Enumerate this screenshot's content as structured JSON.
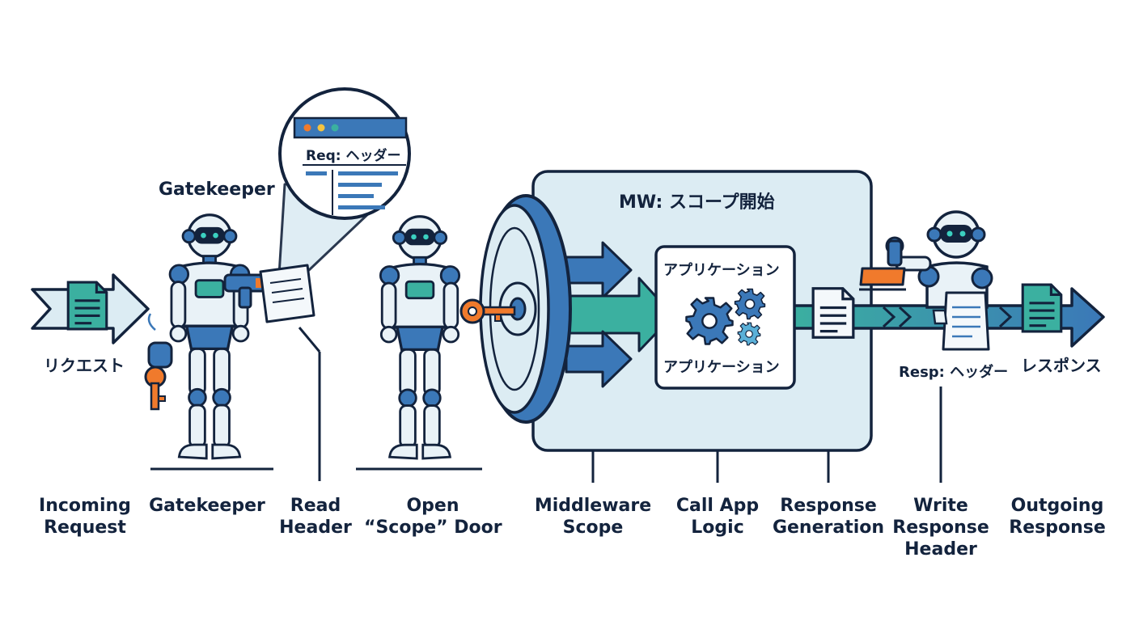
{
  "diagram": {
    "gatekeeper_title": "Gatekeeper",
    "request_header_label": "Req: ヘッダー",
    "scope_box_title": "MW: スコープ開始",
    "app_label_top": "アプリケーション",
    "app_label_bottom": "アプリケーション",
    "response_header_label": "Resp: ヘッダー",
    "request_jp": "リクエスト",
    "response_jp": "レスポンス",
    "steps": [
      {
        "lines": [
          "Incoming",
          "Request"
        ]
      },
      {
        "lines": [
          "Gatekeeper"
        ]
      },
      {
        "lines": [
          "Read",
          "Header"
        ]
      },
      {
        "lines": [
          "Open",
          "“Scope” Door"
        ]
      },
      {
        "lines": [
          "Middleware",
          "Scope"
        ]
      },
      {
        "lines": [
          "Call App",
          "Logic"
        ]
      },
      {
        "lines": [
          "Response",
          "Generation"
        ]
      },
      {
        "lines": [
          "Write",
          "Response",
          "Header"
        ]
      },
      {
        "lines": [
          "Outgoing",
          "Response"
        ]
      }
    ],
    "colors": {
      "outline": "#13233d",
      "blue": "#3b78b8",
      "teal": "#3bb0a0",
      "light_blue": "#dcecf3",
      "orange": "#f07a2c",
      "paper": "#f4f8fb"
    }
  }
}
